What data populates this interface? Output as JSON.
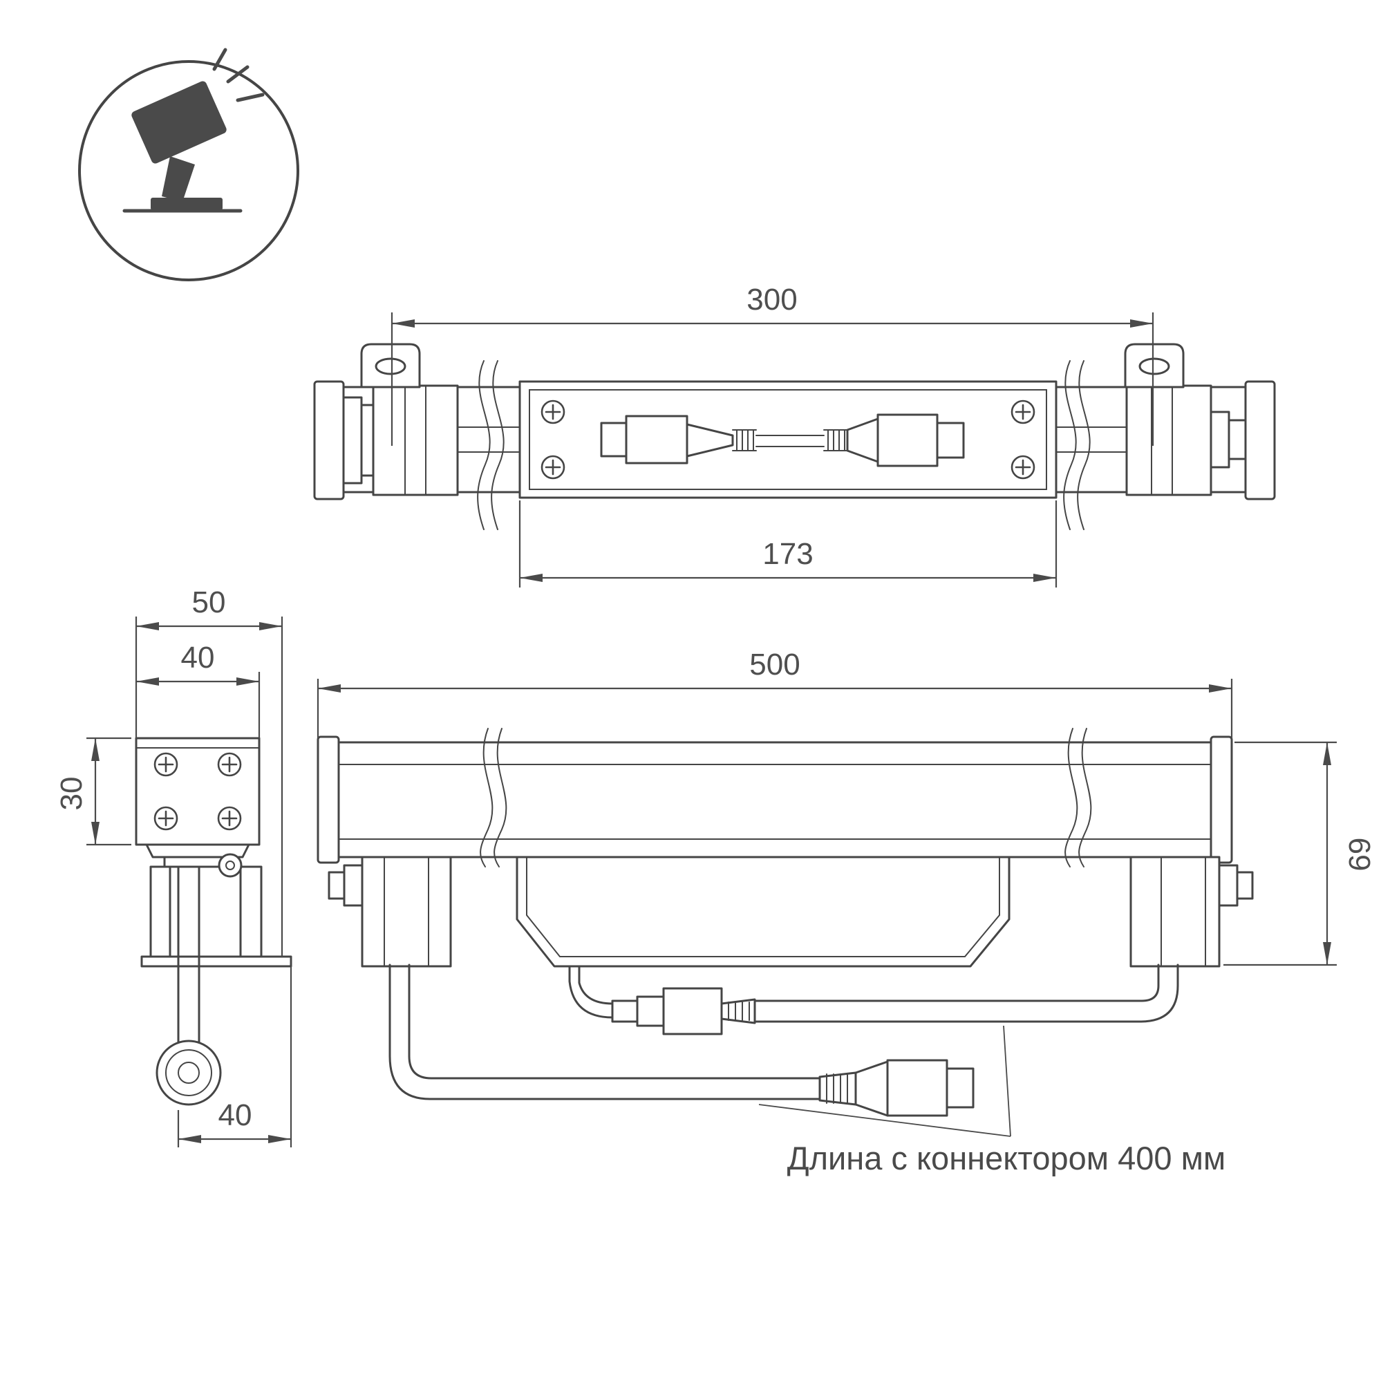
{
  "meta": {
    "background": "#ffffff",
    "line_color": "#454545",
    "text_color": "#4f4f4f"
  },
  "icon": {
    "label": "tilted-floodlight"
  },
  "views": {
    "top": {
      "overall_width": "300",
      "channel_width": "173"
    },
    "side": {
      "overall_width": "50",
      "body_width": "40",
      "body_height": "30",
      "foot_depth": "40"
    },
    "front": {
      "overall_length": "500",
      "overall_height": "69"
    }
  },
  "note": {
    "connector_length": "Длина с коннектором 400 мм"
  }
}
